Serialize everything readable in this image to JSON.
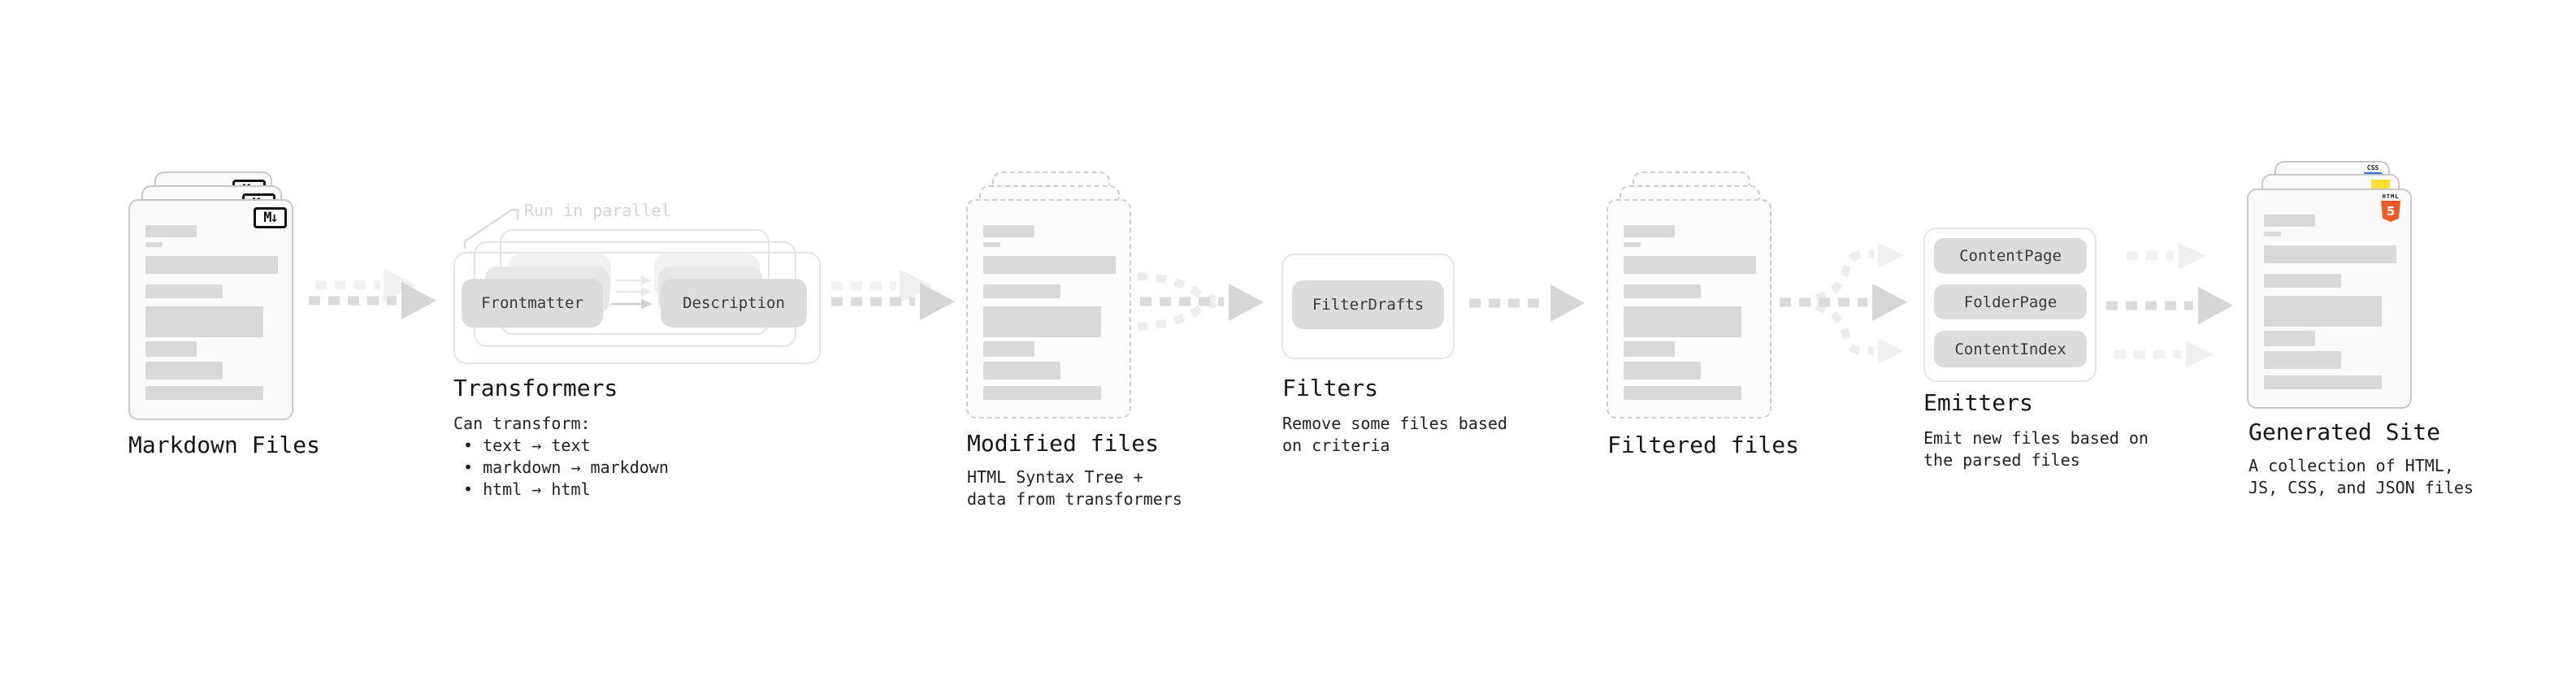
{
  "stages": {
    "markdown_files": {
      "title": "Markdown Files"
    },
    "transformers": {
      "title": "Transformers",
      "parallel_note": "Run in parallel",
      "plugin_a": "Frontmatter",
      "plugin_b": "Description",
      "desc_heading": "Can transform:",
      "bullet_1": "• text → text",
      "bullet_2": "• markdown → markdown",
      "bullet_3": "• html → html"
    },
    "modified_files": {
      "title": "Modified files",
      "desc_line_1": "HTML Syntax Tree +",
      "desc_line_2": "data from transformers"
    },
    "filters": {
      "title": "Filters",
      "plugin_a": "FilterDrafts",
      "desc_line_1": "Remove some files based",
      "desc_line_2": "on criteria"
    },
    "filtered_files": {
      "title": "Filtered files"
    },
    "emitters": {
      "title": "Emitters",
      "plugin_a": "ContentPage",
      "plugin_b": "FolderPage",
      "plugin_c": "ContentIndex",
      "desc_line_1": "Emit new files based on",
      "desc_line_2": "the parsed files"
    },
    "generated_site": {
      "title": "Generated Site",
      "desc_line_1": "A collection of HTML,",
      "desc_line_2": "JS, CSS, and JSON files"
    }
  },
  "badges": {
    "markdown": "M↓",
    "html5_label": "HTML",
    "html5_number": "5",
    "css_label": "CSS"
  },
  "colors": {
    "html5_orange": "#ef5a28",
    "js_yellow": "#ffe02e",
    "css_blue": "#2f6fe4",
    "placeholder_bar": "#d9d9d9",
    "arrow_dark": "#dbdbdb",
    "arrow_light": "#f2f2f2",
    "frame_border": "#e5e5e5",
    "note_gray": "#d4d4d4"
  }
}
